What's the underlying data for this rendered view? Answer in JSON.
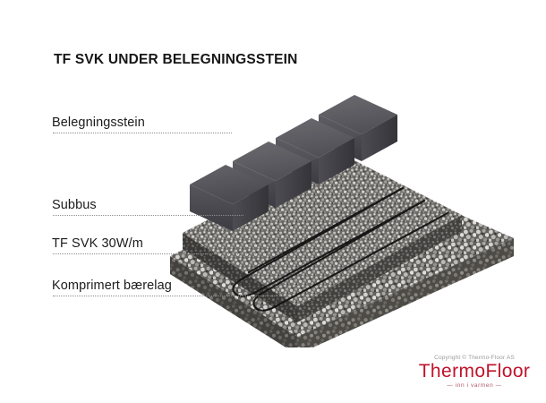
{
  "page": {
    "title": "TF SVK UNDER BELEGNINGSSTEIN",
    "background_color": "#ffffff"
  },
  "callouts": [
    {
      "id": "belegningsstein",
      "label": "Belegningsstein",
      "leader_width": 200
    },
    {
      "id": "subbus",
      "label": "Subbus",
      "leader_width": 213
    },
    {
      "id": "tf-svk-30wm",
      "label": "TF SVK 30W/m",
      "leader_width": 229
    },
    {
      "id": "komprimert",
      "label": "Komprimert bærelag",
      "leader_width": 258
    }
  ],
  "illustration": {
    "name": "paving-stone-cross-section",
    "layers": [
      {
        "name": "paving-stones",
        "color": "#4e4e52",
        "description": "Belegningsstein blocks"
      },
      {
        "name": "subbus-bedding",
        "color": "#8f8e8a",
        "description": "Subbus fine aggregate"
      },
      {
        "name": "heating-cable",
        "color": "#141414",
        "description": "TF SVK 30W/m heating cable"
      },
      {
        "name": "compacted-base",
        "color": "#9a9894",
        "description": "Komprimert bærelag"
      }
    ]
  },
  "footer": {
    "copyright": "Copyright © Thermo-Floor AS",
    "brand_part1": "Thermo",
    "brand_part2": "Floor",
    "tagline": "— inn i varmen —",
    "brand_color": "#c0122b"
  }
}
